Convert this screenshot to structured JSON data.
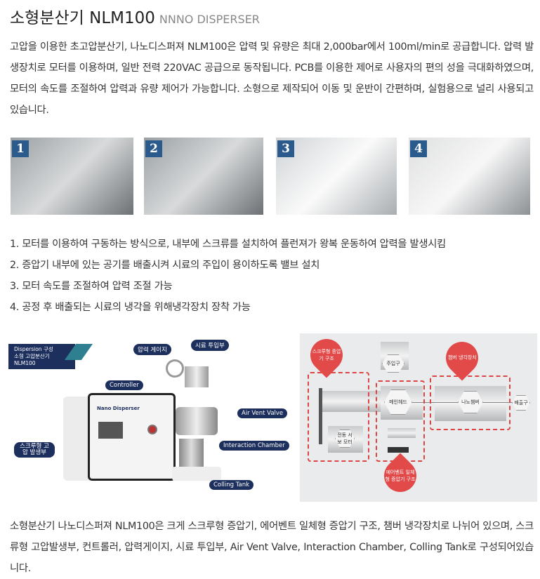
{
  "title": "소형분산기 NLM100",
  "subtitle": "NNNO DISPERSER",
  "intro": "고압을 이용한 초고압분산기, 나노디스퍼져 NLM100은 압력 및 유량은 최대 2,000bar에서 100ml/min로 공급합니다. 압력 발생장치로 모터를 이용하며, 일반 전력 220VAC 공급으로 동작됩니다. PCB를 이용한 제어로 사용자의 편의 성을 극대화하였으며, 모터의 속도를 조절하여 압력과 유량 제어가 가능합니다. 소형으로 제작되어 이동 및 운반이 간편하며, 실험용으로 널리 사용되고 있습니다.",
  "photos": [
    {
      "num": "1"
    },
    {
      "num": "2"
    },
    {
      "num": "3"
    },
    {
      "num": "4"
    }
  ],
  "features": [
    "1. 모터를 이용하여 구동하는 방식으로, 내부에 스크류를 설치하여 플런져가 왕복 운동하여 압력을 발생시킴",
    "2. 증압기 내부에 있는 공기를 배출시켜 시료의 주입이 용이하도록 밸브 설치",
    "3. 모터 속도를 조절하여 압력 조절 가능",
    "4. 공정 후 배출되는 시료의 냉각을 위해냉각장치 장착 가능"
  ],
  "machine": {
    "badge_line1": "Dispersion 구성",
    "badge_line2": "소형 고압분산기 NLM100",
    "brand": "Nano Disperser",
    "labels": {
      "gauge": "압력 게이지",
      "inlet": "시료 투입부",
      "controller": "Controller",
      "air_vent": "Air Vent Valve",
      "screw": "스크루형 고압 발생부",
      "chamber": "Interaction Chamber",
      "tank": "Colling Tank"
    }
  },
  "diagram": {
    "screw": "스크루형 증압기 구조",
    "inlet": "주입구",
    "cooling": "챔버 냉각장치",
    "head": "메인헤드",
    "nano": "나노챔버",
    "outlet": "배출구",
    "motor": "전동 서보 모터",
    "airvent": "에어벤트 일체형 증압기 구조"
  },
  "summary": "소형분산기 나노디스퍼져 NLM100은 크게 스크루형 증압기, 에어벤트 일체형 증압기 구조, 챔버 냉각장치로 나뉘어 있으며, 스크류형 고압발생부, 컨트롤러, 압력게이지, 시료 투입부, Air Vent Valve, Interaction Chamber, Colling Tank로 구성되어있습니다."
}
